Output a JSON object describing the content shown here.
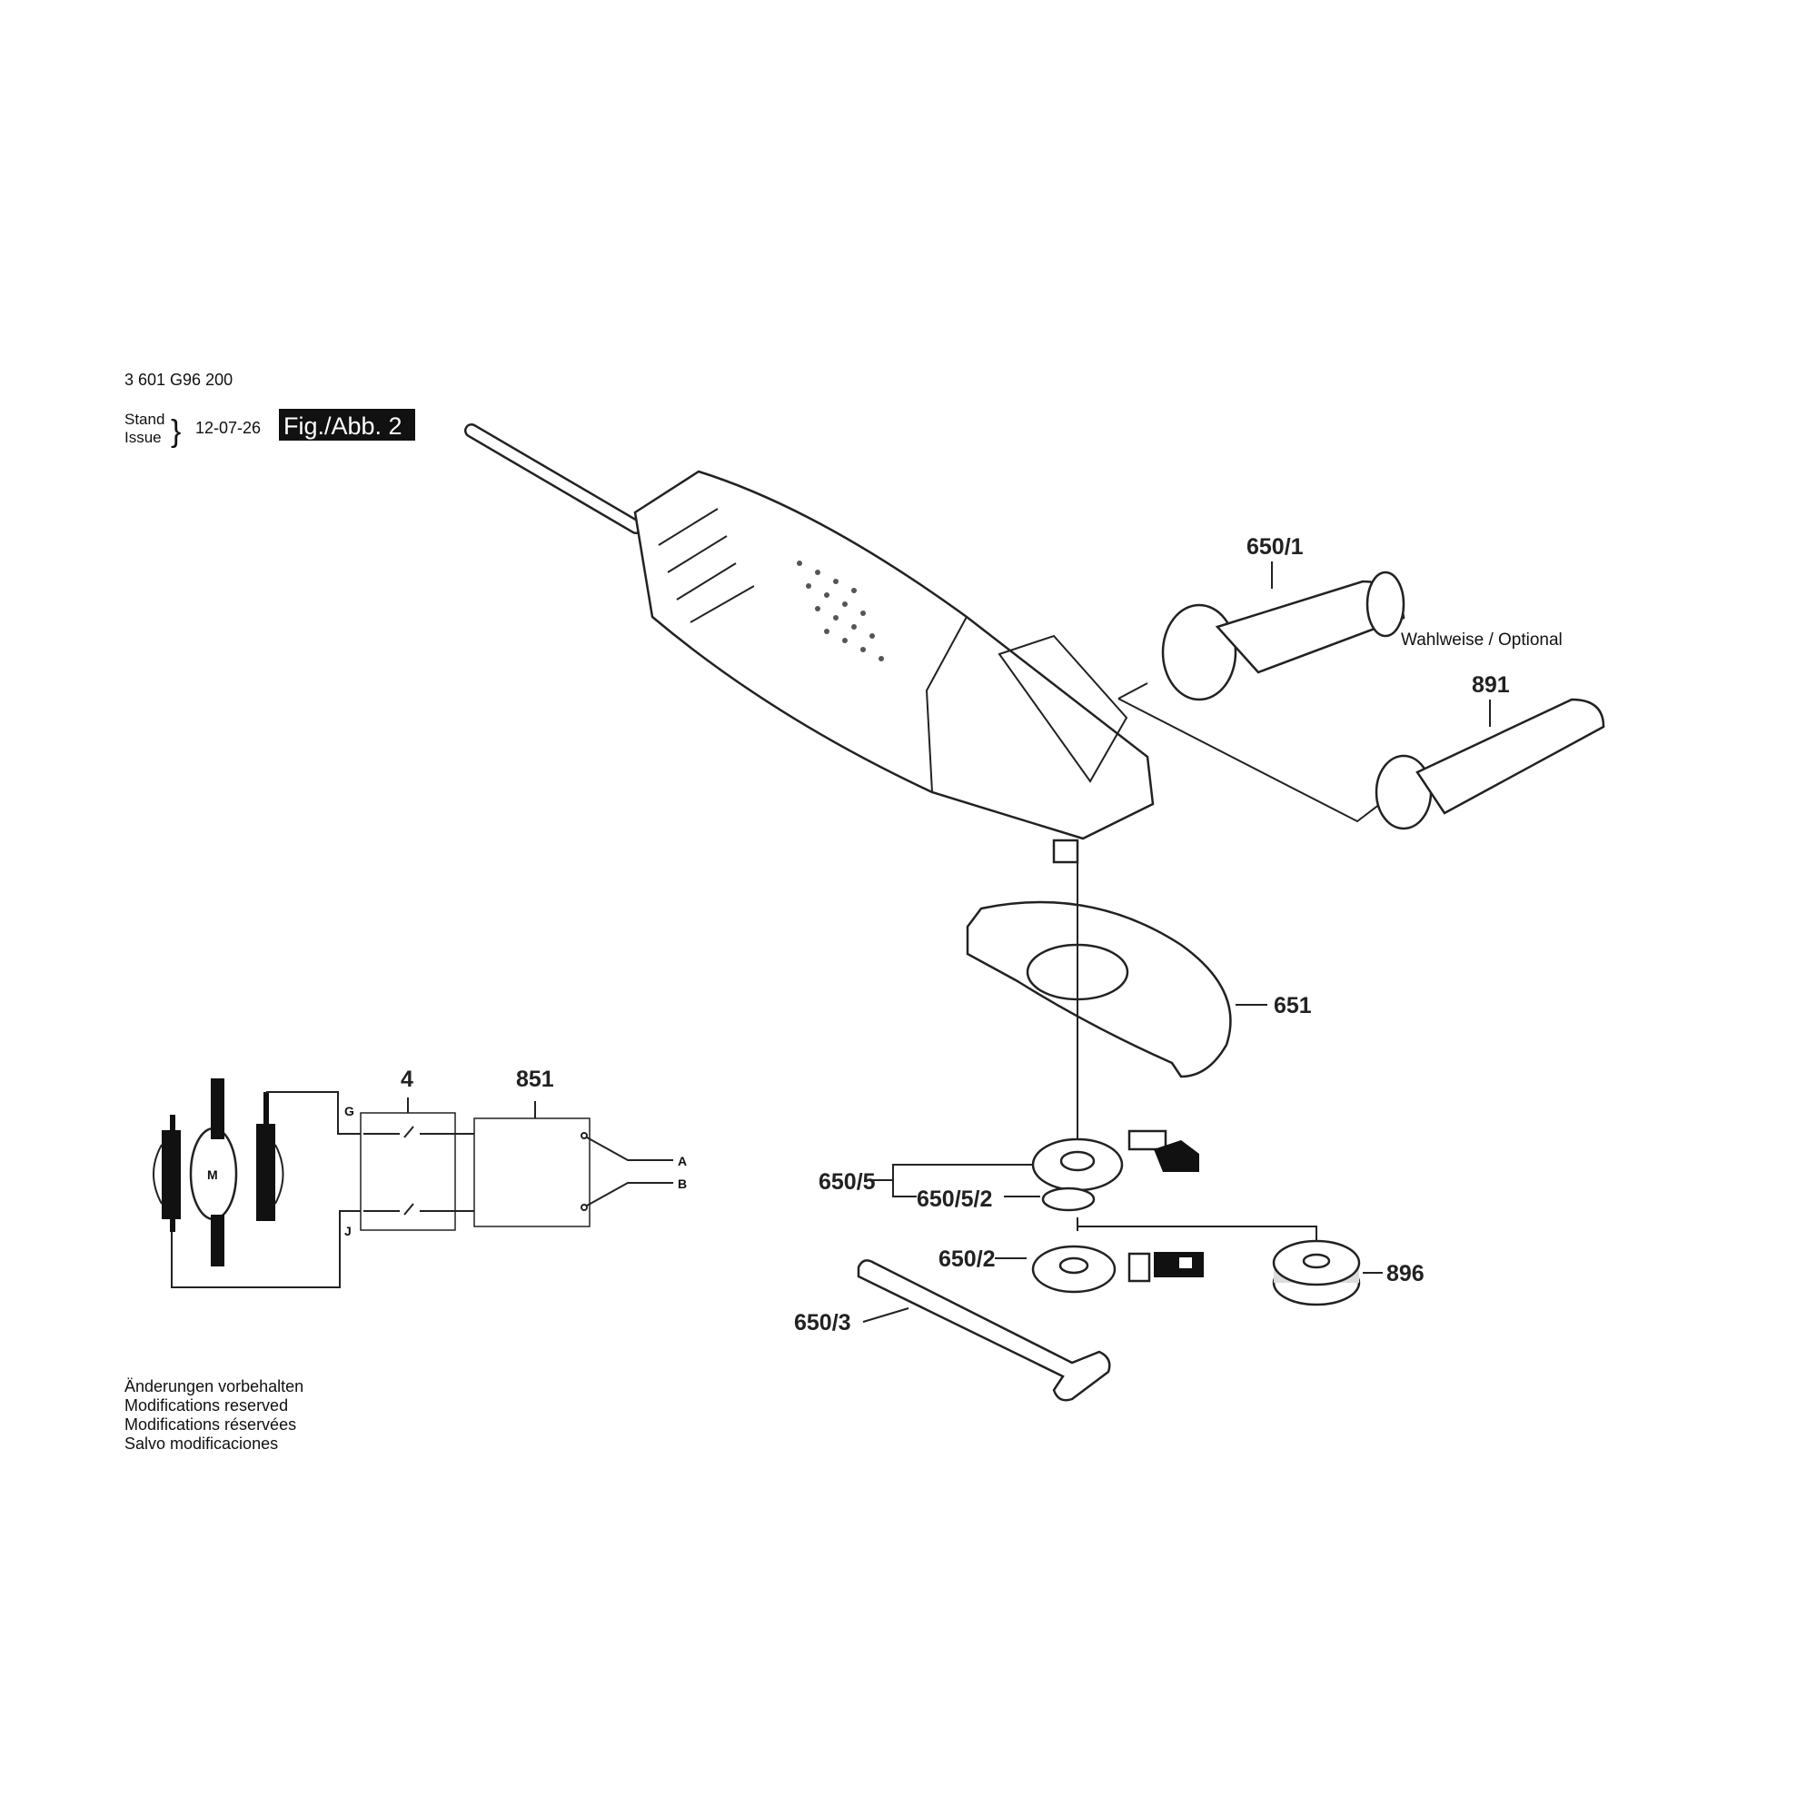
{
  "header": {
    "part_number": "3 601 G96 200",
    "stand_label": "Stand",
    "issue_label": "Issue",
    "brace": "}",
    "date": "12-07-26",
    "figure_label": "Fig./Abb. 2"
  },
  "callouts": {
    "handle_650_1": "650/1",
    "optional_note": "Wahlweise / Optional",
    "handle_891": "891",
    "guard_651": "651",
    "switch_4": "4",
    "filter_851": "851",
    "flange_650_5": "650/5",
    "oring_650_5_2": "650/5/2",
    "nut_650_2": "650/2",
    "quick_nut_896": "896",
    "wrench_650_3": "650/3"
  },
  "circuit": {
    "motor": "M",
    "terminal_g": "G",
    "terminal_j": "J",
    "line_a": "A",
    "line_b": "B"
  },
  "footer": {
    "lines": [
      "Änderungen vorbehalten",
      "Modifications reserved",
      "Modifications réservées",
      "Salvo modificaciones"
    ]
  }
}
